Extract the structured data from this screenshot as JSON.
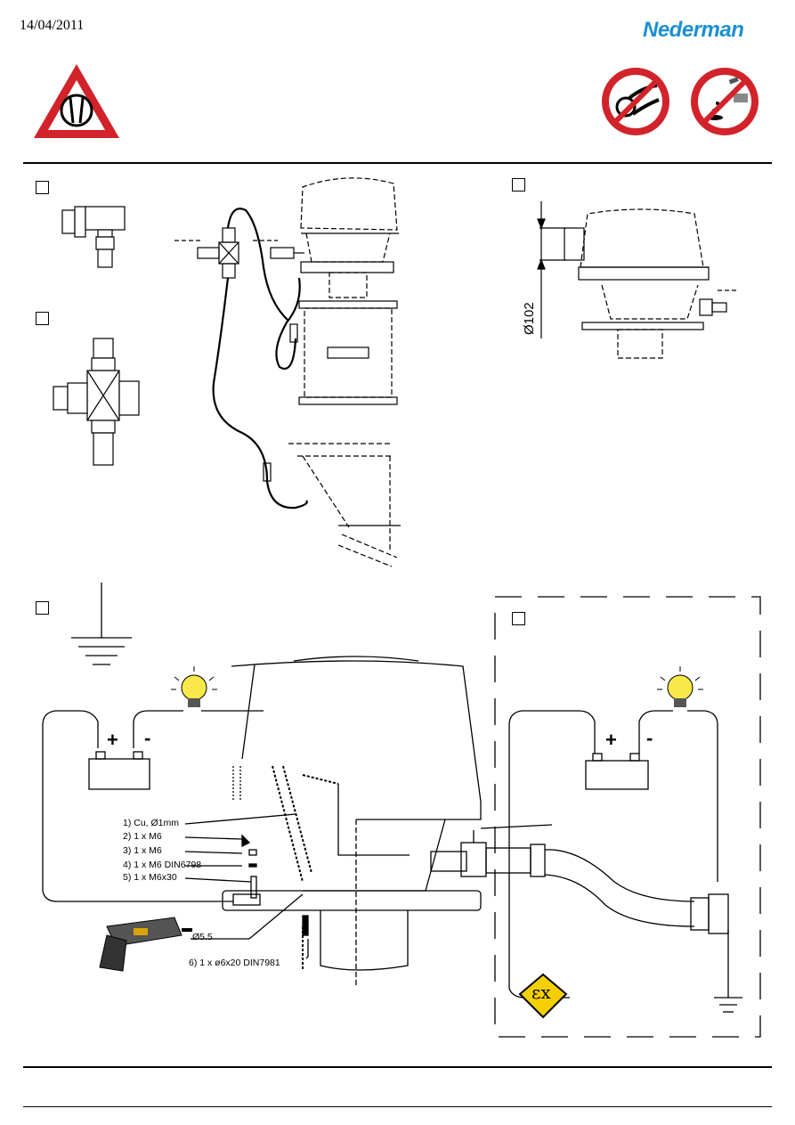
{
  "header": {
    "date": "14/04/2011",
    "brand": "Nederman",
    "brand_color": "#1a8fd1"
  },
  "icons": {
    "warning": "warning-triangle-icon",
    "prohibit_1": "no-hose-kink-icon",
    "prohibit_2": "no-spill-icon",
    "ex": "atex-ex-icon",
    "bulb": "light-bulb-icon",
    "drill": "drill-icon",
    "ground": "ground-symbol-icon"
  },
  "colors": {
    "warning_red": "#d2232a",
    "ex_yellow": "#f5d000"
  },
  "top_right": {
    "dimension": "Ø102"
  },
  "bottom_left": {
    "battery_plus": "+",
    "battery_minus": "-",
    "parts": [
      "1) Cu, Ø1mm",
      "2) 1 x M6",
      "3) 1 x M6",
      "4) 1 x M6 DIN6798",
      "5) 1 x M6x30"
    ],
    "drill_size": "Ø5.5",
    "screw": "6) 1 x ø6x20 DIN7981"
  },
  "bottom_right": {
    "battery_plus": "+",
    "battery_minus": "-",
    "ex_mark": "εx"
  }
}
